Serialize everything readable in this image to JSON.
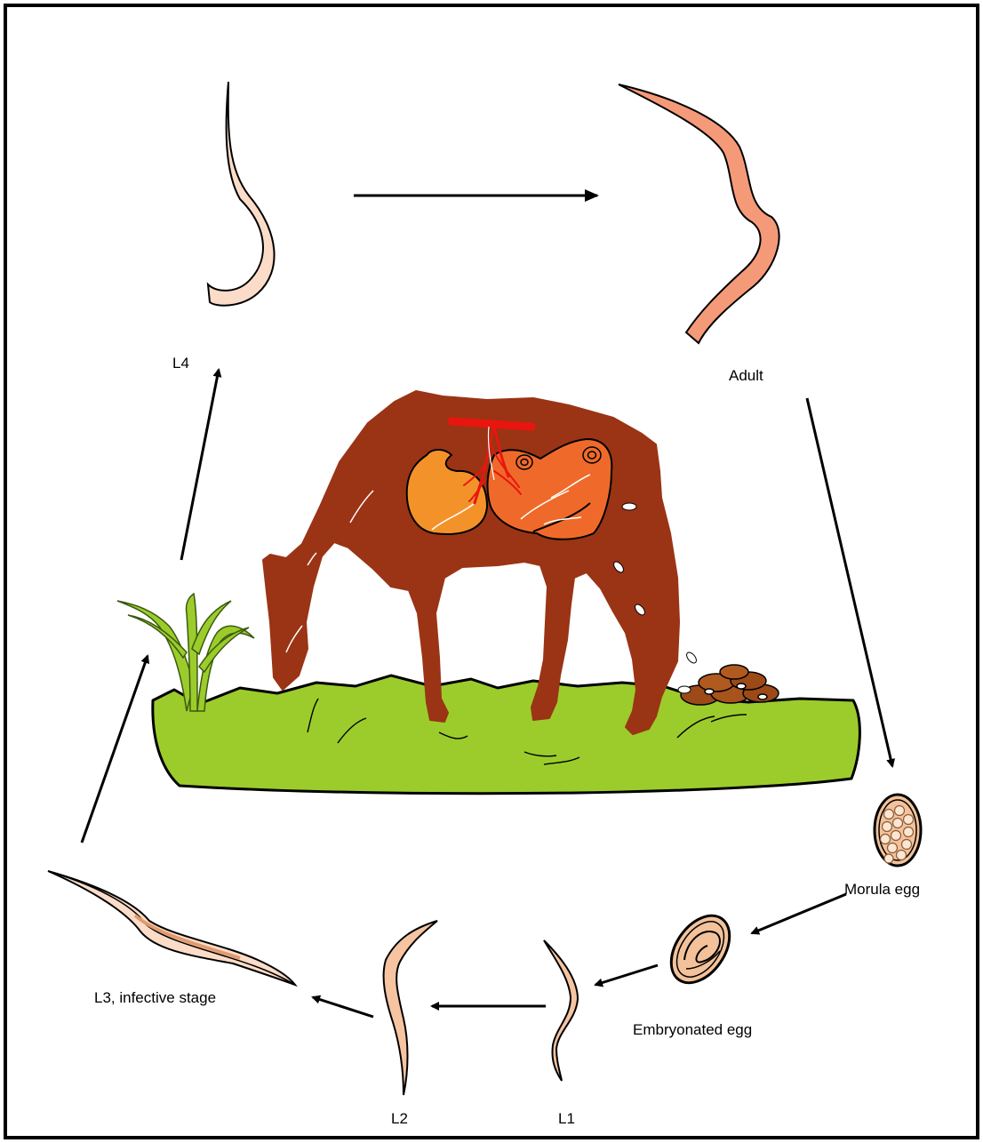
{
  "labels": {
    "l4": "L4",
    "adult": "Adult",
    "morula": "Morula egg",
    "embryonated": "Embryonated egg",
    "l1": "L1",
    "l2": "L2",
    "l3": "L3, infective stage"
  },
  "colors": {
    "horse": "#9a3415",
    "grass": "#9ccc2b",
    "worm_l4": "#fbdcc8",
    "worm_adult": "#f59a78",
    "worm_larva": "#f6c4a0",
    "egg": "#f3c29a",
    "intestine_orange": "#f4922a",
    "intestine_dark": "#ef6a2a",
    "artery_red": "#e8160f",
    "dung": "#9c4a18"
  }
}
